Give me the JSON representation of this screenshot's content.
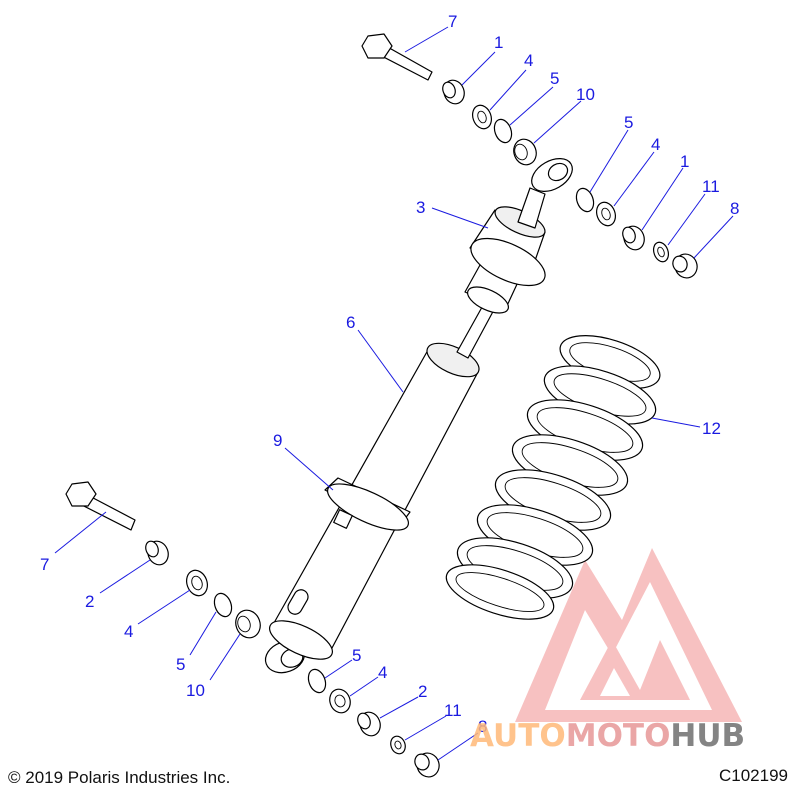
{
  "callouts": [
    {
      "id": "c7a",
      "number": "7"
    },
    {
      "id": "c1a",
      "number": "1"
    },
    {
      "id": "c4a",
      "number": "4"
    },
    {
      "id": "c5a",
      "number": "5"
    },
    {
      "id": "c10a",
      "number": "10"
    },
    {
      "id": "c5b",
      "number": "5"
    },
    {
      "id": "c4b",
      "number": "4"
    },
    {
      "id": "c1b",
      "number": "1"
    },
    {
      "id": "c11a",
      "number": "11"
    },
    {
      "id": "c8a",
      "number": "8"
    },
    {
      "id": "c3",
      "number": "3"
    },
    {
      "id": "c6",
      "number": "6"
    },
    {
      "id": "c12",
      "number": "12"
    },
    {
      "id": "c9",
      "number": "9"
    },
    {
      "id": "c7b",
      "number": "7"
    },
    {
      "id": "c2a",
      "number": "2"
    },
    {
      "id": "c4c",
      "number": "4"
    },
    {
      "id": "c5c",
      "number": "5"
    },
    {
      "id": "c10b",
      "number": "10"
    },
    {
      "id": "c5d",
      "number": "5"
    },
    {
      "id": "c4d",
      "number": "4"
    },
    {
      "id": "c2b",
      "number": "2"
    },
    {
      "id": "c11b",
      "number": "11"
    },
    {
      "id": "c8b",
      "number": "8"
    }
  ],
  "footer": {
    "copyright": "© 2019 Polaris Industries Inc.",
    "diagram_code": "C102199"
  },
  "watermark": {
    "part1": "AUTO",
    "part2": "MOTO",
    "part3": "HUB",
    "color_logo": "#e85a5a",
    "color_auto": "#ffb878",
    "color_hub": "#6e6e6e"
  },
  "colors": {
    "callout": "#1a1ae0",
    "linework": "#000000"
  }
}
